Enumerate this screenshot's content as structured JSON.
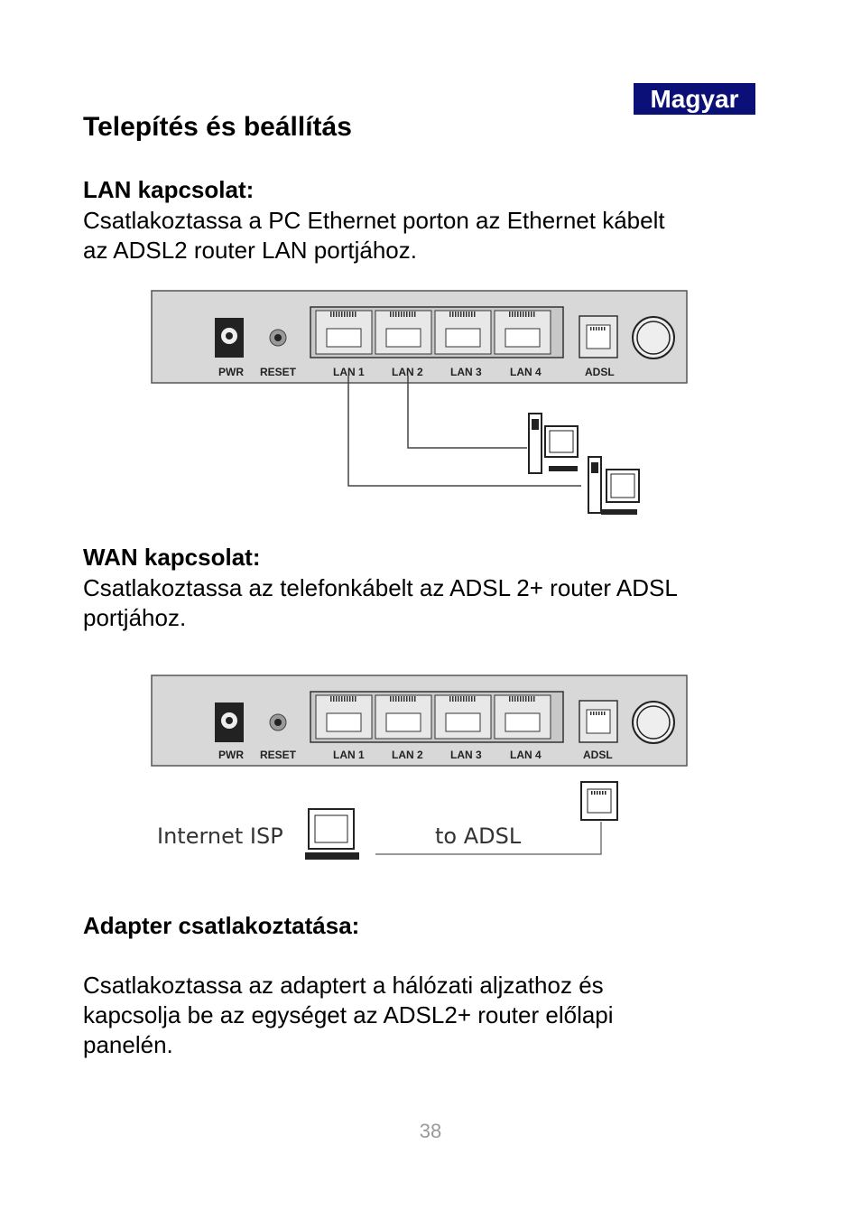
{
  "header": {
    "language_badge": "Magyar"
  },
  "title": "Telepítés és beállítás",
  "lan": {
    "heading": "LAN kapcsolat:",
    "lines": [
      "Csatlakoztassa a PC Ethernet porton az Ethernet kábelt",
      "az ADSL2 router LAN portjához."
    ]
  },
  "router_labels": {
    "pwr": "PWR",
    "reset": "RESET",
    "lan1": "LAN 1",
    "lan2": "LAN 2",
    "lan3": "LAN 3",
    "lan4": "LAN 4",
    "adsl": "ADSL"
  },
  "wan": {
    "heading": "WAN kapcsolat:",
    "lines": [
      "Csatlakoztassa az telefonkábelt az ADSL 2+ router ADSL",
      "portjához."
    ],
    "diagram_left": "Internet ISP",
    "diagram_right": "to ADSL"
  },
  "adapter": {
    "heading": "Adapter csatlakoztatása:",
    "lines": [
      "Csatlakoztassa az adaptert a hálózati aljzathoz és",
      "kapcsolja be az egységet az ADSL2+ router előlapi",
      "panelén."
    ]
  },
  "footer": {
    "page_number": "38"
  }
}
